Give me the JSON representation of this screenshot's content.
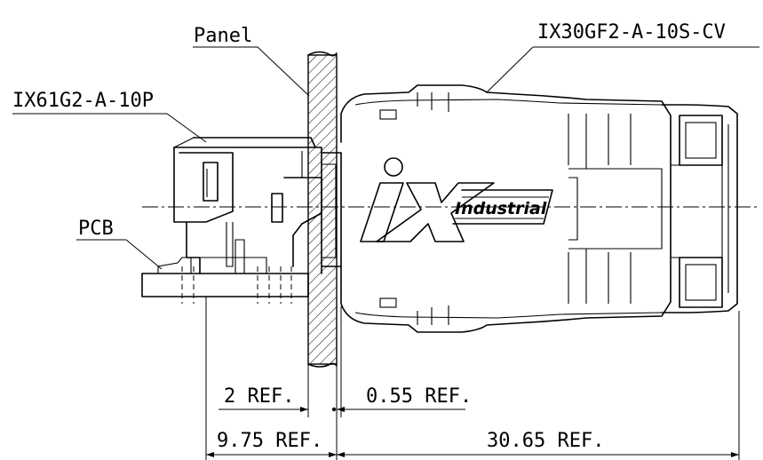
{
  "labels": {
    "panel": "Panel",
    "plug": "IX30GF2-A-10S-CV",
    "receptacle": "IX61G2-A-10P",
    "pcb": "PCB",
    "logo": "Industrial"
  },
  "dimensions": {
    "panel_thickness": "2 REF.",
    "gap": "0.55 REF.",
    "receptacle_depth": "9.75 REF.",
    "plug_length": "30.65 REF."
  }
}
